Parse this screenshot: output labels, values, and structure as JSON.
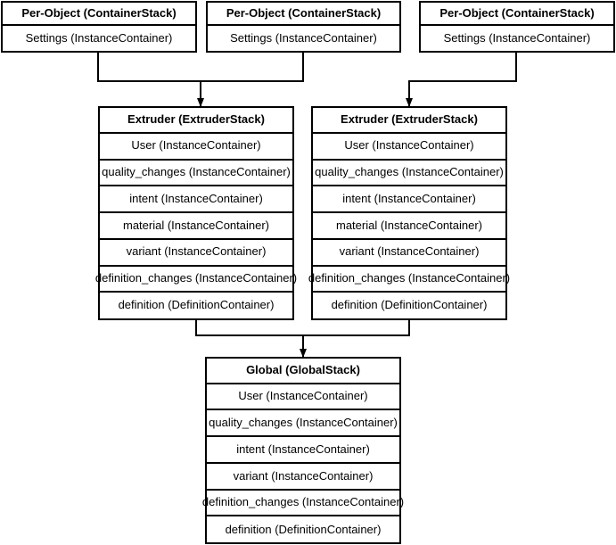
{
  "diagram": {
    "title": "Cura Container Stack Hierarchy",
    "type": "block-hierarchy",
    "colors": {
      "stroke": "#000000",
      "background": "#ffffff",
      "text": "#000000"
    },
    "labels": {
      "per_object_header": "Per-Object (ContainerStack)",
      "settings_row": "Settings (InstanceContainer)",
      "extruder_header": "Extruder (ExtruderStack)",
      "global_header": "Global (GlobalStack)",
      "user_row": "User (InstanceContainer)",
      "quality_changes_row": "quality_changes (InstanceContainer)",
      "intent_row": "intent (InstanceContainer)",
      "material_row": "material (InstanceContainer)",
      "variant_row": "variant (InstanceContainer)",
      "definition_changes_row": "definition_changes (InstanceContainer)",
      "definition_row": "definition (DefinitionContainer)"
    },
    "nodes": [
      {
        "id": "per-object-1",
        "header": "Per-Object (ContainerStack)",
        "rows": [
          "Settings (InstanceContainer)"
        ]
      },
      {
        "id": "per-object-2",
        "header": "Per-Object (ContainerStack)",
        "rows": [
          "Settings (InstanceContainer)"
        ]
      },
      {
        "id": "per-object-3",
        "header": "Per-Object (ContainerStack)",
        "rows": [
          "Settings (InstanceContainer)"
        ]
      },
      {
        "id": "extruder-1",
        "header": "Extruder (ExtruderStack)",
        "rows": [
          "User (InstanceContainer)",
          "quality_changes (InstanceContainer)",
          "intent (InstanceContainer)",
          "material (InstanceContainer)",
          "variant (InstanceContainer)",
          "definition_changes (InstanceContainer)",
          "definition (DefinitionContainer)"
        ]
      },
      {
        "id": "extruder-2",
        "header": "Extruder (ExtruderStack)",
        "rows": [
          "User (InstanceContainer)",
          "quality_changes (InstanceContainer)",
          "intent (InstanceContainer)",
          "material (InstanceContainer)",
          "variant (InstanceContainer)",
          "definition_changes (InstanceContainer)",
          "definition (DefinitionContainer)"
        ]
      },
      {
        "id": "global",
        "header": "Global (GlobalStack)",
        "rows": [
          "User (InstanceContainer)",
          "quality_changes (InstanceContainer)",
          "intent (InstanceContainer)",
          "variant (InstanceContainer)",
          "definition_changes (InstanceContainer)",
          "definition (DefinitionContainer)"
        ]
      }
    ],
    "edges": [
      {
        "from": "per-object-1",
        "to": "extruder-1",
        "arrow": true
      },
      {
        "from": "per-object-2",
        "to": "extruder-1",
        "arrow": true
      },
      {
        "from": "per-object-3",
        "to": "extruder-2",
        "arrow": true
      },
      {
        "from": "extruder-1",
        "to": "global",
        "arrow": true
      },
      {
        "from": "extruder-2",
        "to": "global",
        "arrow": true
      }
    ]
  }
}
